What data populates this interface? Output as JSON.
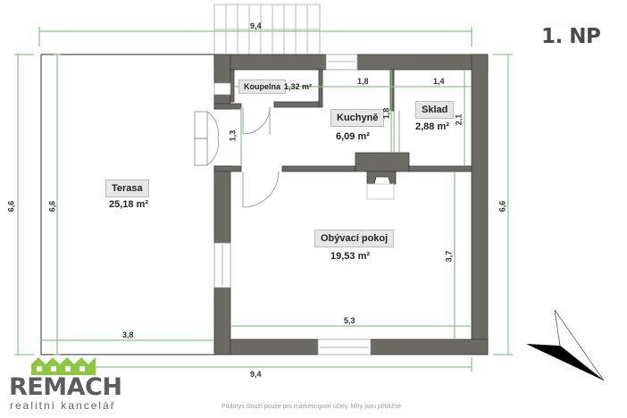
{
  "plan": {
    "title": "1. NP",
    "colors": {
      "wall": "#6b6a64",
      "dimension": "#8fbf8f",
      "label_bg": "#e6e6e6",
      "background": "#ffffff"
    },
    "rooms": [
      {
        "name": "Terasa",
        "area": "25,18 m²"
      },
      {
        "name": "Koupelna",
        "area": "1,32 m²"
      },
      {
        "name": "Kuchyně",
        "area": "6,09 m²"
      },
      {
        "name": "Sklad",
        "area": "2,88 m²"
      },
      {
        "name": "Obývací pokoj",
        "area": "19,53 m²"
      }
    ],
    "dimensions": {
      "top_width": "9,4",
      "bottom_width": "9,4",
      "left_outer_height": "6,6",
      "left_inner_height": "6,6",
      "right_height": "6,6",
      "terrace_width": "3,8",
      "hall_height": "1,3",
      "kitchen_width": "1,8",
      "kitchen_height": "1,8",
      "storage_width": "1,4",
      "storage_height": "2,1",
      "living_width": "5,3",
      "living_height": "3,7"
    }
  },
  "branding": {
    "company": "REMACH",
    "subtitle": "realitní kancelář",
    "brand_color": "#8dc63f"
  },
  "footer": {
    "disclaimer": "Půdorys slouží pouze pro marketingové účely. Míry jsou přibližné"
  }
}
